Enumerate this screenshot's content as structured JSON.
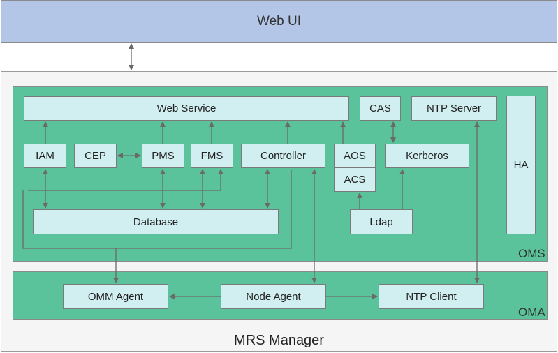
{
  "web_ui": {
    "label": "Web UI"
  },
  "manager": {
    "label": "MRS Manager"
  },
  "oms": {
    "label": "OMS",
    "web_service": "Web Service",
    "cas": "CAS",
    "ntp_server": "NTP Server",
    "ha": "HA",
    "iam": "IAM",
    "cep": "CEP",
    "pms": "PMS",
    "fms": "FMS",
    "controller": "Controller",
    "aos": "AOS",
    "acs": "ACS",
    "kerberos": "Kerberos",
    "database": "Database",
    "ldap": "Ldap"
  },
  "oma": {
    "label": "OMA",
    "omm_agent": "OMM Agent",
    "node_agent": "Node Agent",
    "ntp_client": "NTP Client"
  },
  "colors": {
    "web_ui_fill": "#b4c6e7",
    "zone_fill": "#5bc39c",
    "component_fill": "#d1eef1",
    "connector": "#6a6a6a"
  }
}
